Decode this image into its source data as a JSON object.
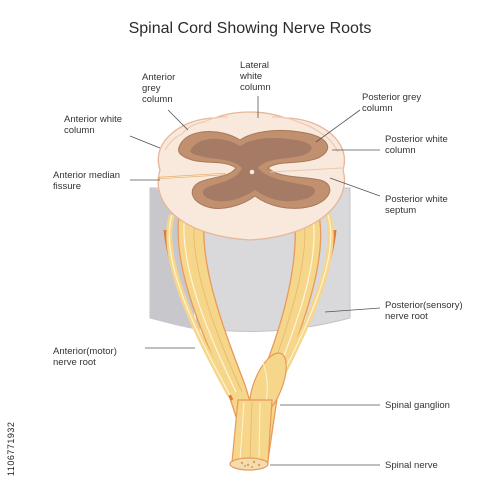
{
  "title": "Spinal Cord Showing Nerve Roots",
  "labels": {
    "anterior_grey_column": "Anterior\ngrey\ncolumn",
    "lateral_white_column": "Lateral\nwhite\ncolumn",
    "posterior_grey_column": "Posterior grey\ncolumn",
    "anterior_white_column": "Anterior white\ncolumn",
    "posterior_white_column": "Posterior white\ncolumn",
    "anterior_median_fissure": "Anterior median\nfissure",
    "posterior_white_septum": "Posterior white\nseptum",
    "posterior_sensory_nerve_root": "Posterior(sensory)\nnerve root",
    "anterior_motor_nerve_root": "Anterior(motor)\nnerve root",
    "spinal_ganglion": "Spinal ganglion",
    "spinal_nerve": "Spinal nerve"
  },
  "stock_id": "1106771932",
  "colors": {
    "white_matter": "#f8e9dc",
    "grey_matter_outer": "#c0906f",
    "grey_matter_inner": "#a67b66",
    "cord_body": "#dcdcdc",
    "nerve_fiber": "#f6d68a",
    "nerve_outline": "#e89a5a",
    "leader_line": "#555555"
  }
}
